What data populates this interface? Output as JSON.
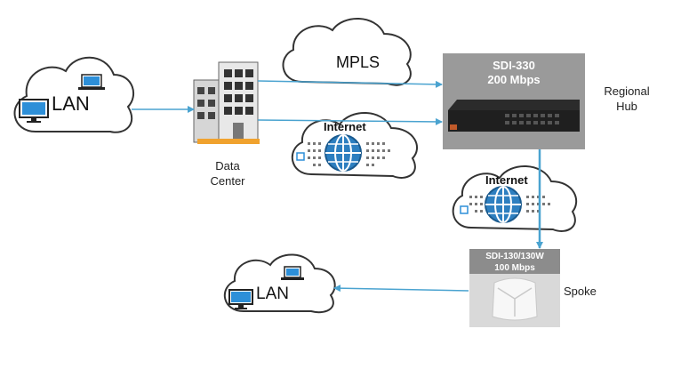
{
  "nodes": {
    "lan_main": {
      "label": "LAN"
    },
    "lan_spoke": {
      "label": "LAN"
    },
    "data_center": {
      "line1": "Data",
      "line2": "Center"
    },
    "mpls": {
      "label": "MPLS"
    },
    "internet_top": {
      "label": "Internet"
    },
    "internet_mid": {
      "label": "Internet"
    },
    "sdi330": {
      "model": "SDI-330",
      "speed": "200 Mbps"
    },
    "regional_hub": {
      "line1": "Regional",
      "line2": "Hub"
    },
    "sdi130": {
      "model": "SDI-130/130W",
      "speed": "100 Mbps"
    },
    "spoke": {
      "label": "Spoke"
    }
  },
  "colors": {
    "link": "#4aa3d0",
    "cloud_stroke": "#333333",
    "device_panel": "#9a9a9a",
    "spoke_panel": "#d9d9d9",
    "building_accent": "#f0a22e"
  }
}
